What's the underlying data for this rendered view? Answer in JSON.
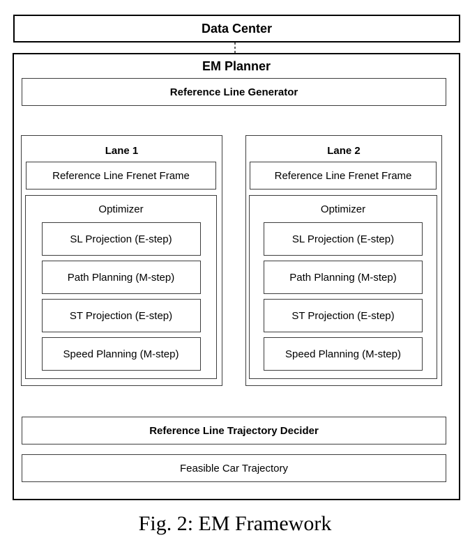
{
  "diagram": {
    "data_center_label": "Data Center",
    "em_planner_label": "EM Planner",
    "reference_line_generator_label": "Reference Line Generator",
    "lanes": [
      {
        "title": "Lane 1",
        "frenet_frame_label": "Reference Line Frenet Frame",
        "optimizer": {
          "title": "Optimizer",
          "steps": [
            "SL Projection (E-step)",
            "Path Planning (M-step)",
            "ST Projection (E-step)",
            "Speed Planning (M-step)"
          ]
        }
      },
      {
        "title": "Lane 2",
        "frenet_frame_label": "Reference Line Frenet Frame",
        "optimizer": {
          "title": "Optimizer",
          "steps": [
            "SL Projection (E-step)",
            "Path Planning (M-step)",
            "ST Projection (E-step)",
            "Speed Planning (M-step)"
          ]
        }
      }
    ],
    "trajectory_decider_label": "Reference Line Trajectory Decider",
    "feasible_trajectory_label": "Feasible Car Trajectory"
  },
  "caption": "Fig. 2: EM Framework",
  "colors": {
    "outer_border": "#000000",
    "inner_border": "#3d3d3d",
    "connector": "#1a1a1a",
    "background": "#ffffff",
    "text": "#000000"
  }
}
